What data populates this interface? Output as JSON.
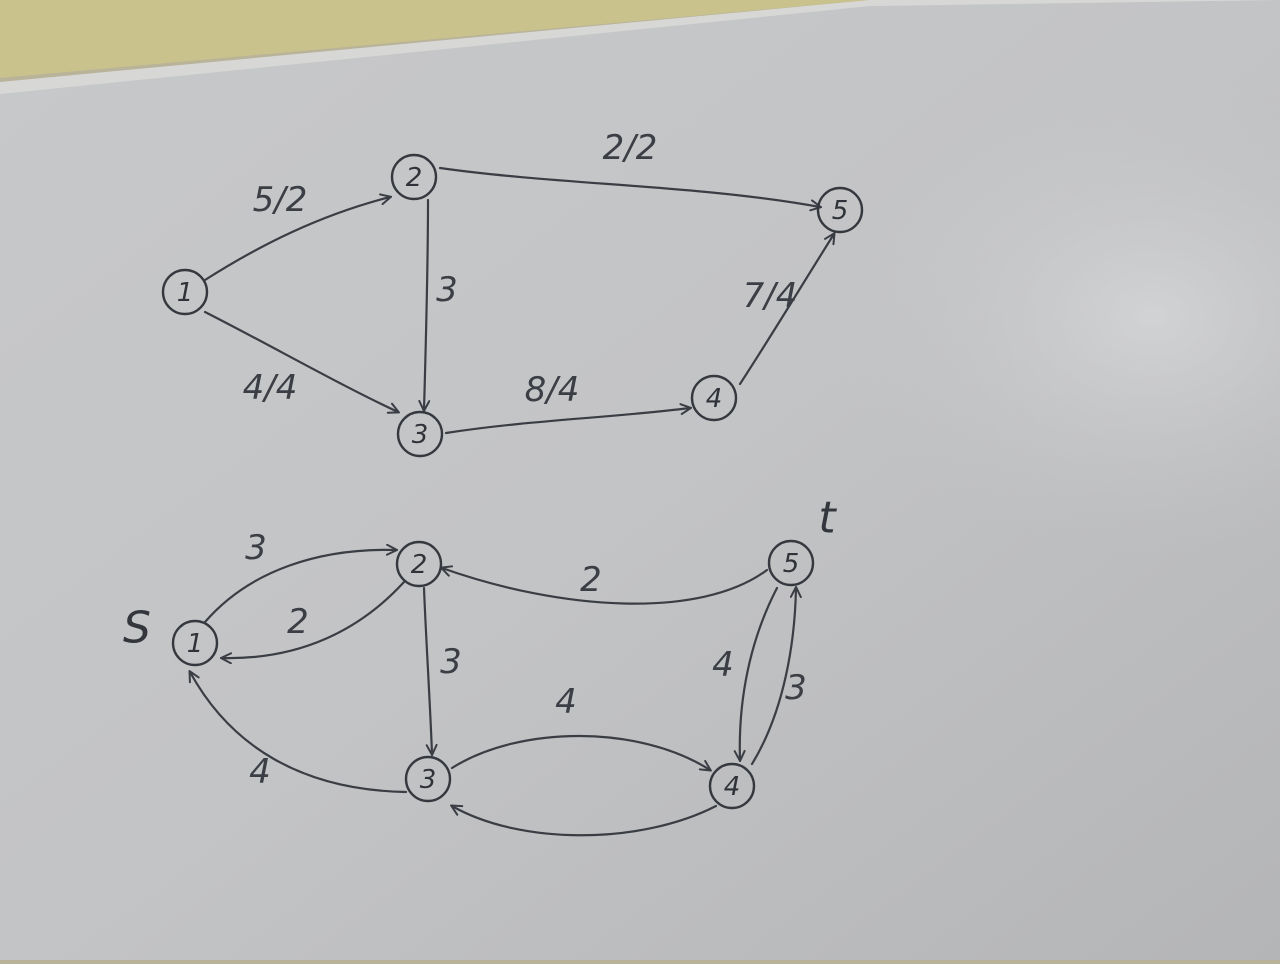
{
  "colors": {
    "wall": "#c9c28f",
    "board": "#c4c5c7",
    "ink": "#3a3d44"
  },
  "graph_top": {
    "nodes": [
      {
        "id": "1",
        "label": "1"
      },
      {
        "id": "2",
        "label": "2"
      },
      {
        "id": "3",
        "label": "3"
      },
      {
        "id": "4",
        "label": "4"
      },
      {
        "id": "5",
        "label": "5"
      }
    ],
    "edges": [
      {
        "from": "1",
        "to": "2",
        "label": "5/2"
      },
      {
        "from": "1",
        "to": "3",
        "label": "4/4"
      },
      {
        "from": "2",
        "to": "3",
        "label": "3"
      },
      {
        "from": "2",
        "to": "5",
        "label": "2/2"
      },
      {
        "from": "3",
        "to": "4",
        "label": "8/4"
      },
      {
        "from": "4",
        "to": "5",
        "label": "7/4"
      }
    ]
  },
  "graph_bottom": {
    "source_label": "S",
    "sink_label": "t",
    "nodes": [
      {
        "id": "1",
        "label": "1"
      },
      {
        "id": "2",
        "label": "2"
      },
      {
        "id": "3",
        "label": "3"
      },
      {
        "id": "4",
        "label": "4"
      },
      {
        "id": "5",
        "label": "5"
      }
    ],
    "edges": [
      {
        "from": "1",
        "to": "2",
        "label": "3"
      },
      {
        "from": "2",
        "to": "1",
        "label": "2"
      },
      {
        "from": "2",
        "to": "3",
        "label": "3"
      },
      {
        "from": "3",
        "to": "1",
        "label": "4"
      },
      {
        "from": "5",
        "to": "2",
        "label": "2"
      },
      {
        "from": "3",
        "to": "4",
        "label": "4"
      },
      {
        "from": "4",
        "to": "3",
        "label": ""
      },
      {
        "from": "5",
        "to": "4",
        "label": "4"
      },
      {
        "from": "4",
        "to": "5",
        "label": "3"
      }
    ]
  }
}
